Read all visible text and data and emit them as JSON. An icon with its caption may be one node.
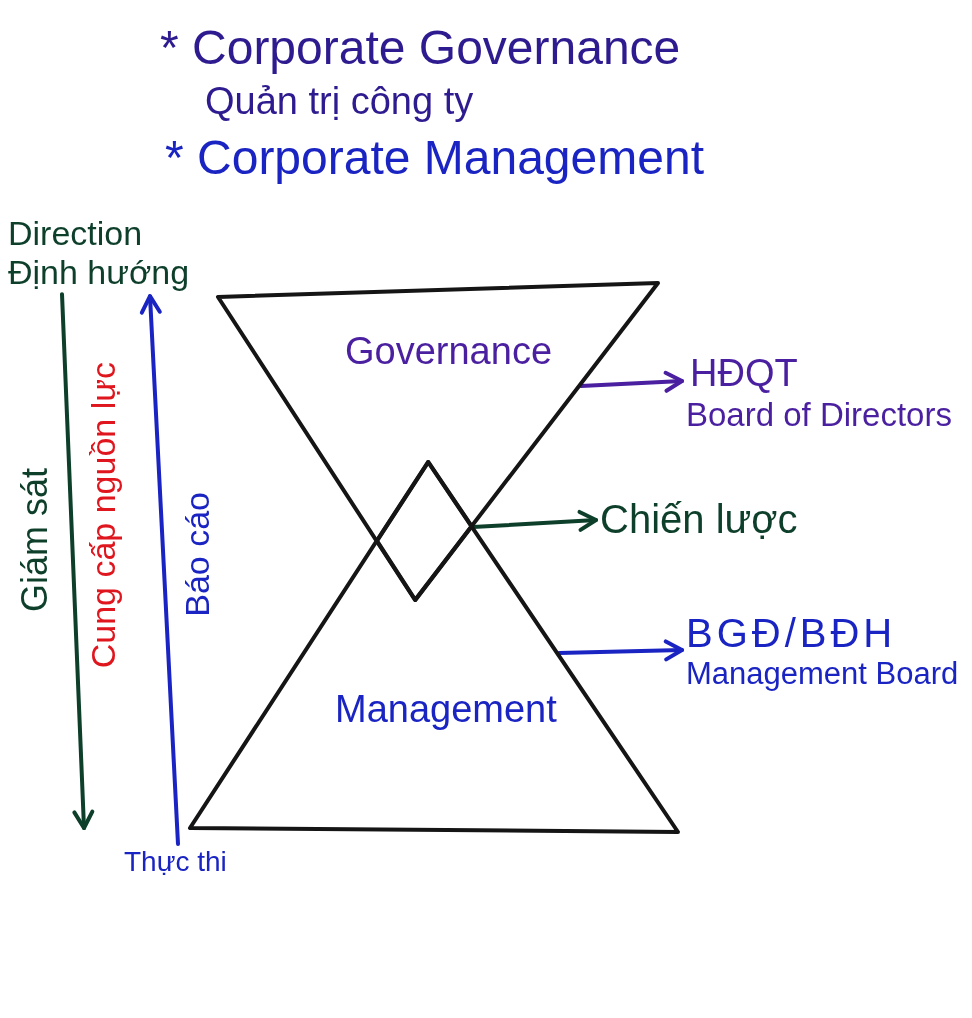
{
  "diagram": {
    "nodes": [
      {
        "text": [
          "Direction",
          "Định hướng"
        ]
      },
      {
        "text": [
          "Governance"
        ]
      },
      {
        "text": [
          "HĐQT",
          "Board of Directors"
        ]
      },
      {
        "text": [],
        "shape": "diamond"
      },
      {
        "text": [
          "Chiến lược"
        ]
      },
      {
        "text": [
          "BGĐ/BĐH",
          "Management Board"
        ]
      },
      {
        "text": [
          "Management"
        ]
      },
      {
        "text": [
          "Thực thi"
        ]
      }
    ],
    "edges": [
      {
        "from": 1,
        "to": 2,
        "arrow": "to",
        "color": "#4a1fa0"
      },
      {
        "from": 3,
        "to": 4,
        "arrow": "to",
        "color": "#0d3f2b"
      },
      {
        "from": 6,
        "to": 5,
        "arrow": "to",
        "color": "#1a24c2"
      },
      {
        "from": 0,
        "to": null,
        "arrow": "to",
        "label": "Giám sát",
        "color": "#0d3f2b"
      },
      {
        "from": 7,
        "to": 0,
        "arrow": "to",
        "label": "Báo cáo",
        "color": "#1a24c2"
      }
    ],
    "labels": [
      "* Corporate Governance",
      "Quản trị công ty",
      "* Corporate Management",
      "Cung cấp nguồn lực"
    ]
  }
}
